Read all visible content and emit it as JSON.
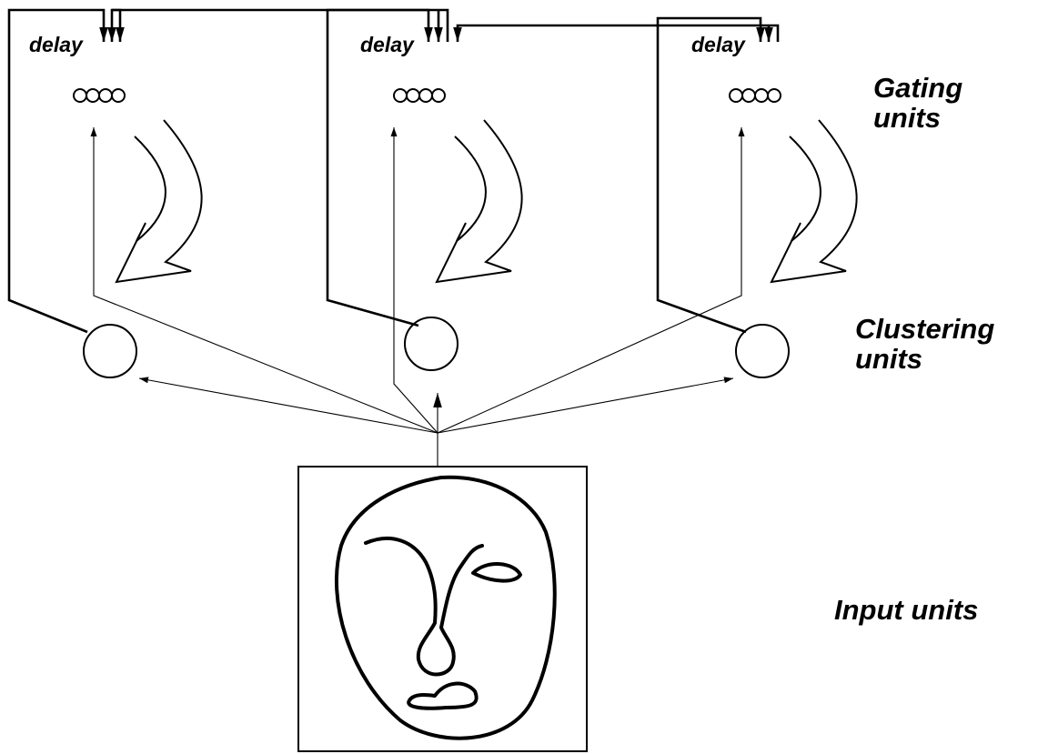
{
  "labels": {
    "delay": "delay",
    "gating_line1": "Gating",
    "gating_line2": "units",
    "clustering_line1": "Clustering",
    "clustering_line2": "units",
    "input": "Input units"
  },
  "modules": [
    {
      "id": "left",
      "delay_label": "delay"
    },
    {
      "id": "middle",
      "delay_label": "delay"
    },
    {
      "id": "right",
      "delay_label": "delay"
    }
  ]
}
